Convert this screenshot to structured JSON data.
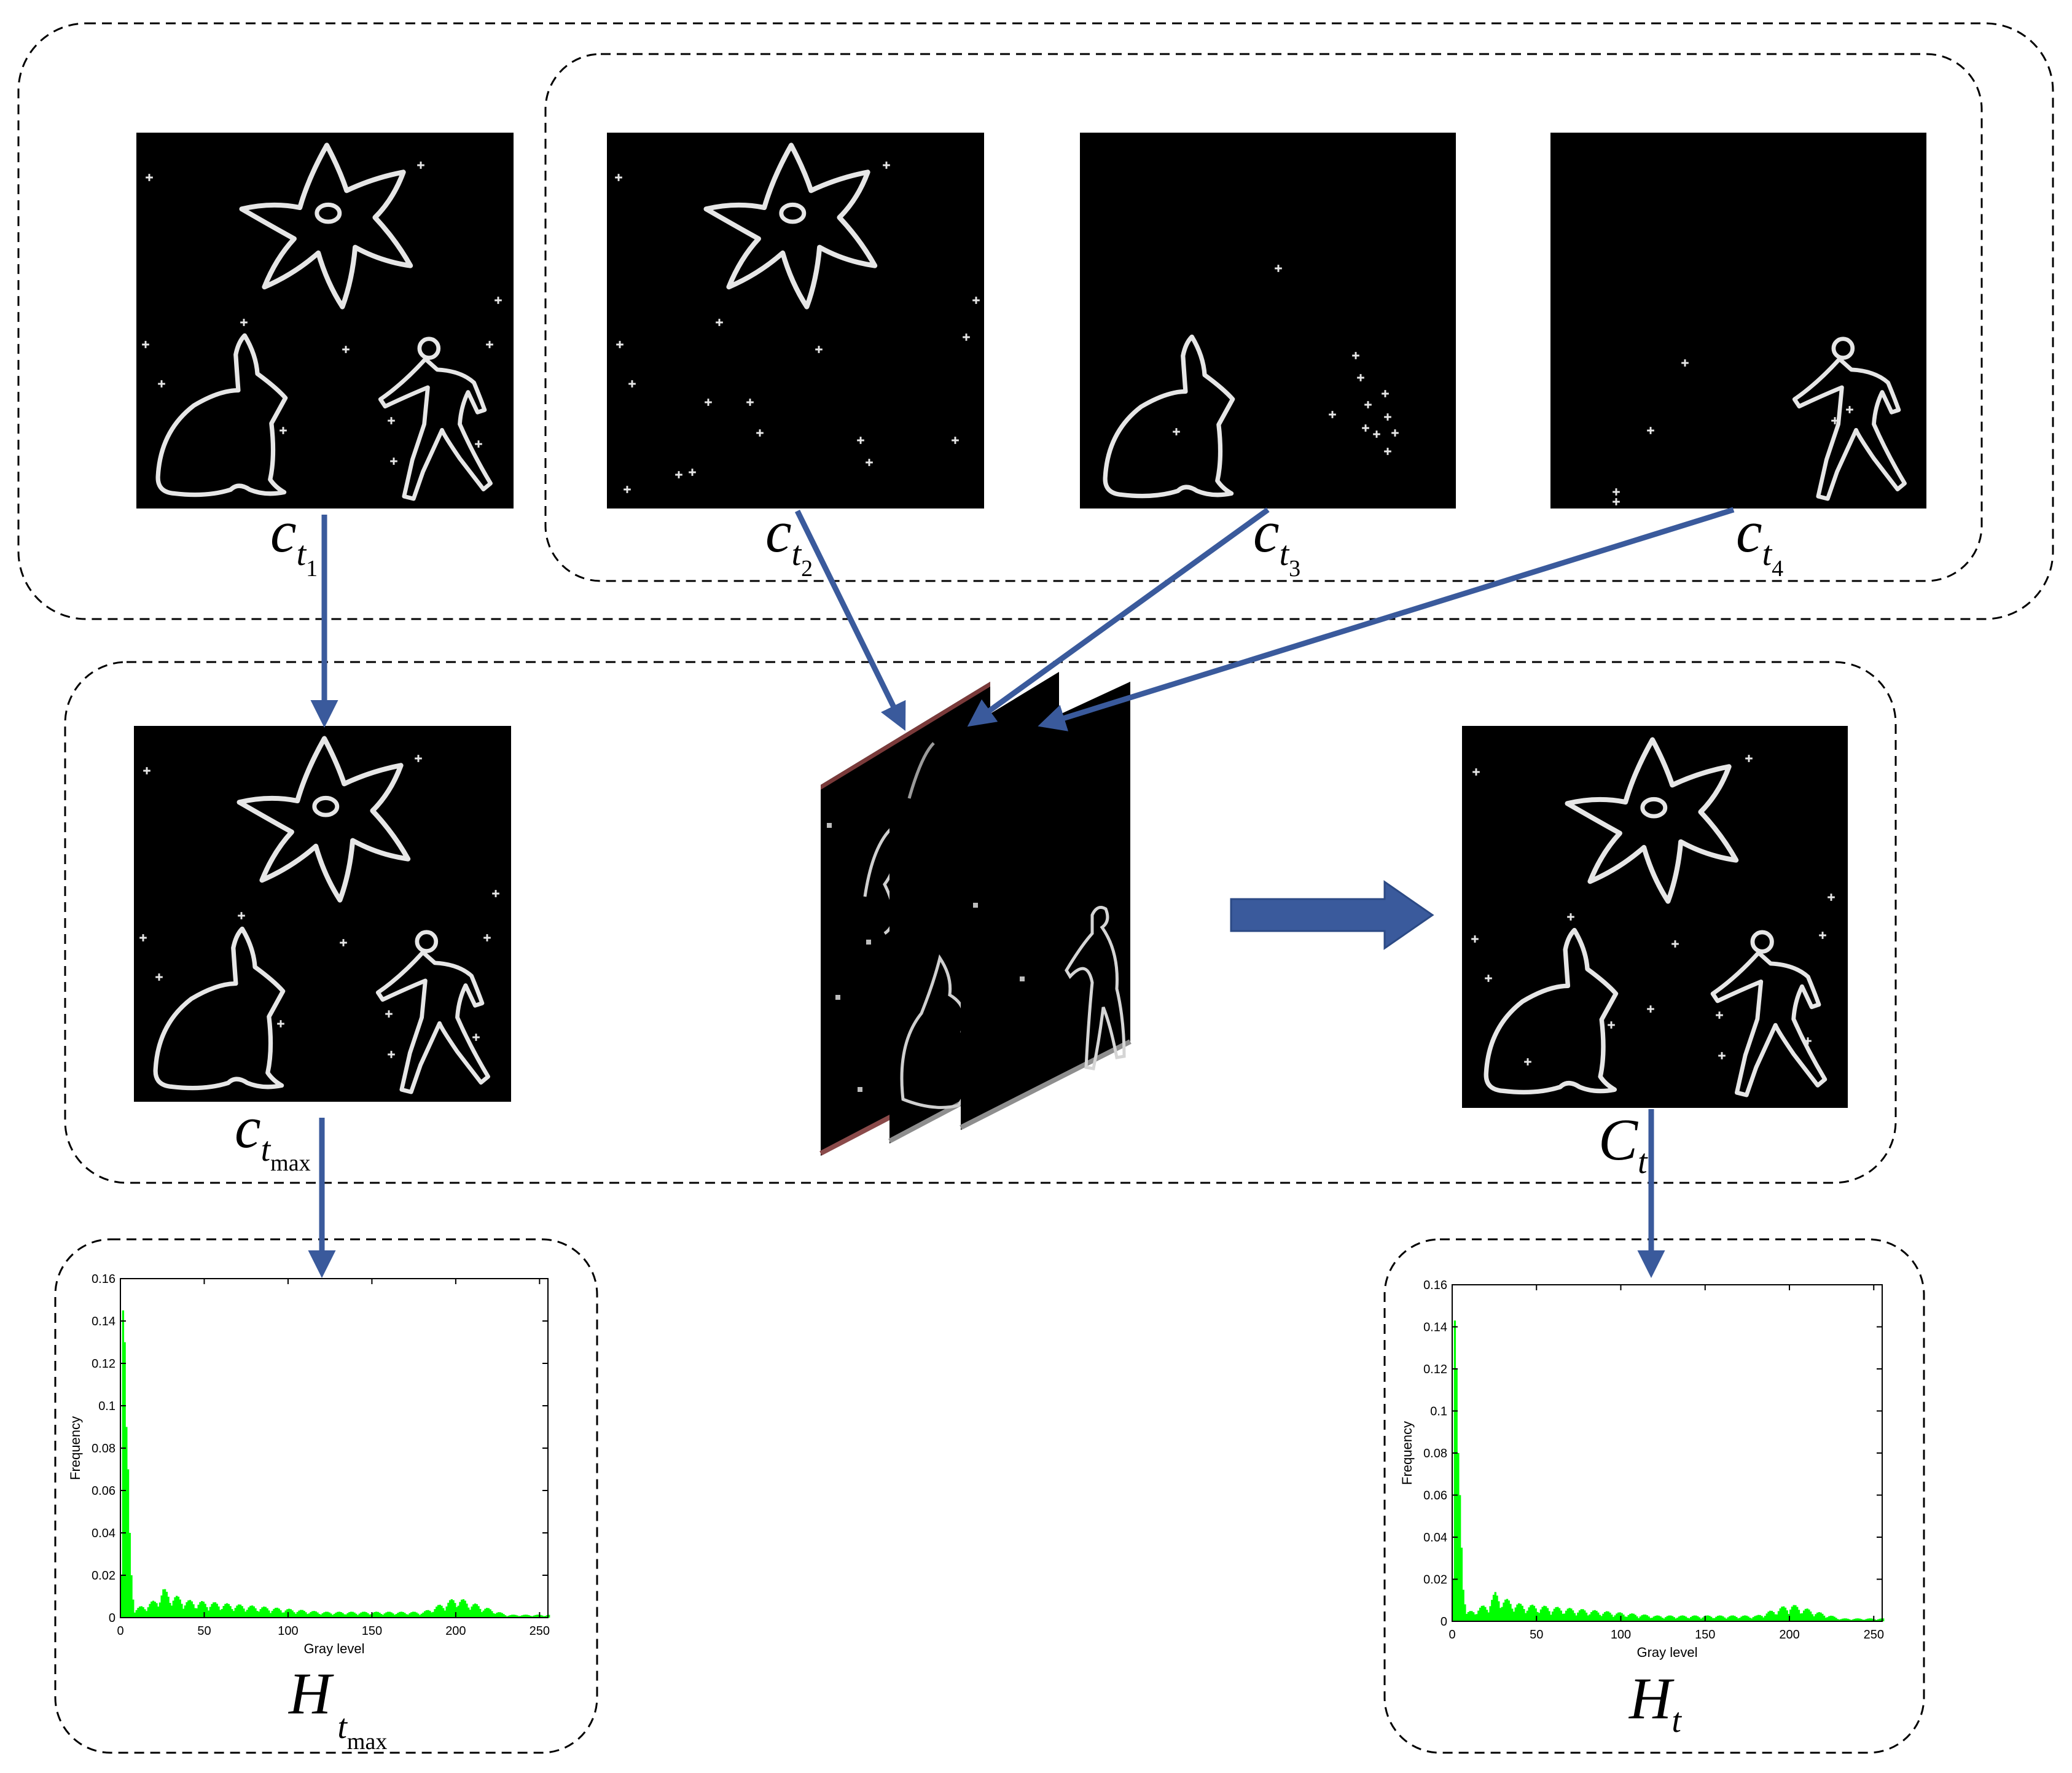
{
  "labels": {
    "ct1": {
      "main": "c",
      "sub": "t",
      "subsub": "1"
    },
    "ct2": {
      "main": "c",
      "sub": "t",
      "subsub": "2"
    },
    "ct3": {
      "main": "c",
      "sub": "t",
      "subsub": "3"
    },
    "ct4": {
      "main": "c",
      "sub": "t",
      "subsub": "4"
    },
    "ctmax": {
      "main": "c",
      "sub": "t",
      "subsub": "max"
    },
    "Ct": {
      "main": "C",
      "sub": "t"
    },
    "Htmax": {
      "main": "H",
      "sub": "t",
      "subsub": "max"
    },
    "Ht": {
      "main": "H",
      "sub": "t"
    }
  },
  "colors": {
    "arrow": "#3a5a9c",
    "histogram_bar": "#00ff00",
    "panel_bg": "#000000",
    "edge": "#e6e6e6",
    "dashed_border": "#000000"
  },
  "icons": {
    "panel_content": [
      "flower-outline-icon",
      "rabbit-outline-icon",
      "walking-person-outline-icon",
      "plus-noise-icon"
    ],
    "stack_content": "stacked-frames-icon",
    "fat_arrow": "block-arrow-right-icon"
  },
  "chart_data": [
    {
      "id": "hist_tmax",
      "type": "bar",
      "title": "",
      "xlabel": "Gray level",
      "ylabel": "Frequency",
      "xlim": [
        0,
        255
      ],
      "ylim": [
        0,
        0.16
      ],
      "xticks": [
        0,
        50,
        100,
        150,
        200,
        250
      ],
      "yticks": [
        0,
        0.02,
        0.04,
        0.06,
        0.08,
        0.1,
        0.12,
        0.14,
        0.16
      ],
      "ytick_labels": [
        "0",
        "0.02",
        "0.04",
        "0.06",
        "0.08",
        "0.1",
        "0.12",
        "0.14",
        "0.16"
      ],
      "points": [
        [
          0,
          0.02
        ],
        [
          1,
          0.145
        ],
        [
          2,
          0.13
        ],
        [
          3,
          0.09
        ],
        [
          4,
          0.07
        ],
        [
          5,
          0.04
        ],
        [
          6,
          0.02
        ],
        [
          8,
          0.003
        ],
        [
          20,
          0.006
        ],
        [
          25,
          0.01
        ],
        [
          30,
          0.008
        ],
        [
          40,
          0.006
        ],
        [
          60,
          0.005
        ],
        [
          80,
          0.004
        ],
        [
          100,
          0.003
        ],
        [
          120,
          0.002
        ],
        [
          150,
          0.002
        ],
        [
          180,
          0.002
        ],
        [
          200,
          0.007
        ],
        [
          230,
          0.001
        ],
        [
          255,
          0.001
        ]
      ]
    },
    {
      "id": "hist_t",
      "type": "bar",
      "title": "",
      "xlabel": "Gray level",
      "ylabel": "Frequency",
      "xlim": [
        0,
        255
      ],
      "ylim": [
        0,
        0.16
      ],
      "xticks": [
        0,
        50,
        100,
        150,
        200,
        250
      ],
      "yticks": [
        0,
        0.02,
        0.04,
        0.06,
        0.08,
        0.1,
        0.12,
        0.14,
        0.16
      ],
      "ytick_labels": [
        "0",
        "0.02",
        "0.04",
        "0.06",
        "0.08",
        "0.1",
        "0.12",
        "0.14",
        "0.16"
      ],
      "points": [
        [
          0,
          0.02
        ],
        [
          1,
          0.143
        ],
        [
          2,
          0.12
        ],
        [
          3,
          0.08
        ],
        [
          4,
          0.06
        ],
        [
          5,
          0.035
        ],
        [
          6,
          0.015
        ],
        [
          8,
          0.003
        ],
        [
          20,
          0.006
        ],
        [
          25,
          0.01
        ],
        [
          30,
          0.008
        ],
        [
          40,
          0.006
        ],
        [
          60,
          0.005
        ],
        [
          80,
          0.004
        ],
        [
          100,
          0.003
        ],
        [
          120,
          0.002
        ],
        [
          150,
          0.002
        ],
        [
          180,
          0.002
        ],
        [
          200,
          0.006
        ],
        [
          230,
          0.001
        ],
        [
          255,
          0.001
        ]
      ]
    }
  ]
}
